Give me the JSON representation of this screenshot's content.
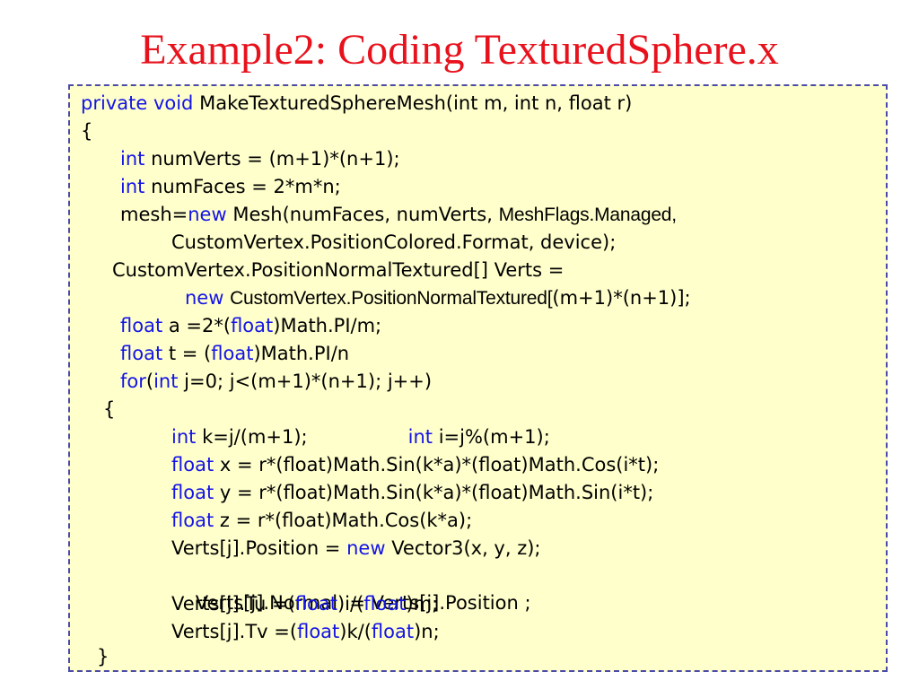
{
  "slide": {
    "title": "Example2: Coding TexturedSphere.x"
  },
  "code": {
    "l1": {
      "kw1": "private",
      "kw2": "void",
      "t1": "MakeTexturedSphereMesh(int m, int n, float r)"
    },
    "l2": {
      "t1": "{"
    },
    "l3": {
      "kw1": "int",
      "t1": "numVerts = (m+1)*(n+1);"
    },
    "l4": {
      "kw1": "int",
      "t1": "numFaces = 2*m*n;"
    },
    "l5": {
      "t1": "mesh=",
      "kw1": "new",
      "t2": "Mesh(numFaces, numVerts,",
      "t3": "MeshFlags.Managed,"
    },
    "l6": {
      "t1": "CustomVertex.PositionColored.Format, device);"
    },
    "l7": {
      "t1": "CustomVertex.PositionNormalTextured[] Verts ="
    },
    "l8": {
      "kw1": "new",
      "t1": "CustomVertex.PositionNormalTextured[",
      "t2": "(m+1)*(n+1)];"
    },
    "l9": {
      "kw1": "float",
      "t1": "a =2*(",
      "kw2": "float",
      "t2": ")Math.PI/m;"
    },
    "l10": {
      "kw1": "float",
      "t1": "t = (",
      "kw2": "float",
      "t2": ")Math.PI/n"
    },
    "l11": {
      "kw1": "for",
      "t1": "(",
      "kw2": "int",
      "t2": "j=0; j<(m+1)*(n+1); j++)"
    },
    "l12": {
      "t1": "{"
    },
    "l13": {
      "kw1": "int",
      "t1": "k=j/(m+1);",
      "kw2": "int",
      "t2": "i=j%(m+1);"
    },
    "l14": {
      "kw1": "float",
      "t1": "x = r*(float)Math.Sin(k*a)*(float)Math.Cos(i*t);"
    },
    "l15": {
      "kw1": "float",
      "t1": "y = r*(float)Math.Sin(k*a)*(float)Math.Sin(i*t);"
    },
    "l16": {
      "kw1": "float",
      "t1": "z = r*(float)Math.Cos(k*a);"
    },
    "l17": {
      "t1": "Verts[j].Position =",
      "kw1": "new",
      "t2": "Vector3(x, y, z);"
    },
    "l18": {
      "t1": "Verts[j].Normal  = Verts[j].Position ;"
    },
    "l19": {
      "t1": "Verts[j].Tu =(",
      "kw1": "float",
      "t2": ")i/(",
      "kw2": "float",
      "t3": ")m;"
    },
    "l20": {
      "t1": "Verts[j].Tv =(",
      "kw1": "float",
      "t2": ")k/(",
      "kw2": "float",
      "t3": ")n;"
    },
    "l21": {
      "t1": "}"
    }
  },
  "colors": {
    "title": "#e8121d",
    "keyword": "#1414e6",
    "code_text": "#000000",
    "box_background": "#ffffcc",
    "box_border": "#4a4aa8"
  }
}
